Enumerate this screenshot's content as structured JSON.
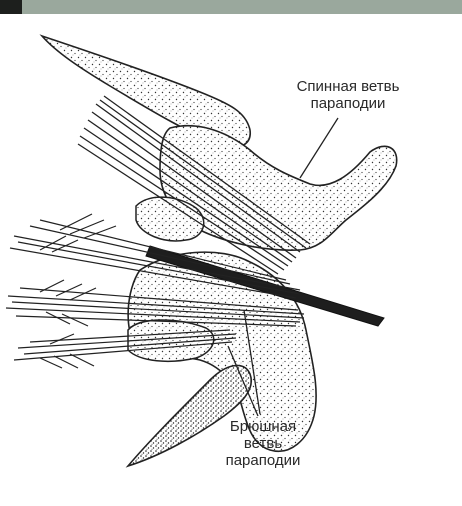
{
  "labels": {
    "dorsal": {
      "line1": "Спинная ветвь",
      "line2": "параподии"
    },
    "ventral": {
      "line1": "Брюшная",
      "line2": "ветвь",
      "line3": "параподии"
    }
  },
  "colors": {
    "header_bar": "#9aa89d",
    "header_bar_dark": "#1d1f1d",
    "ink": "#2a2a2a"
  }
}
